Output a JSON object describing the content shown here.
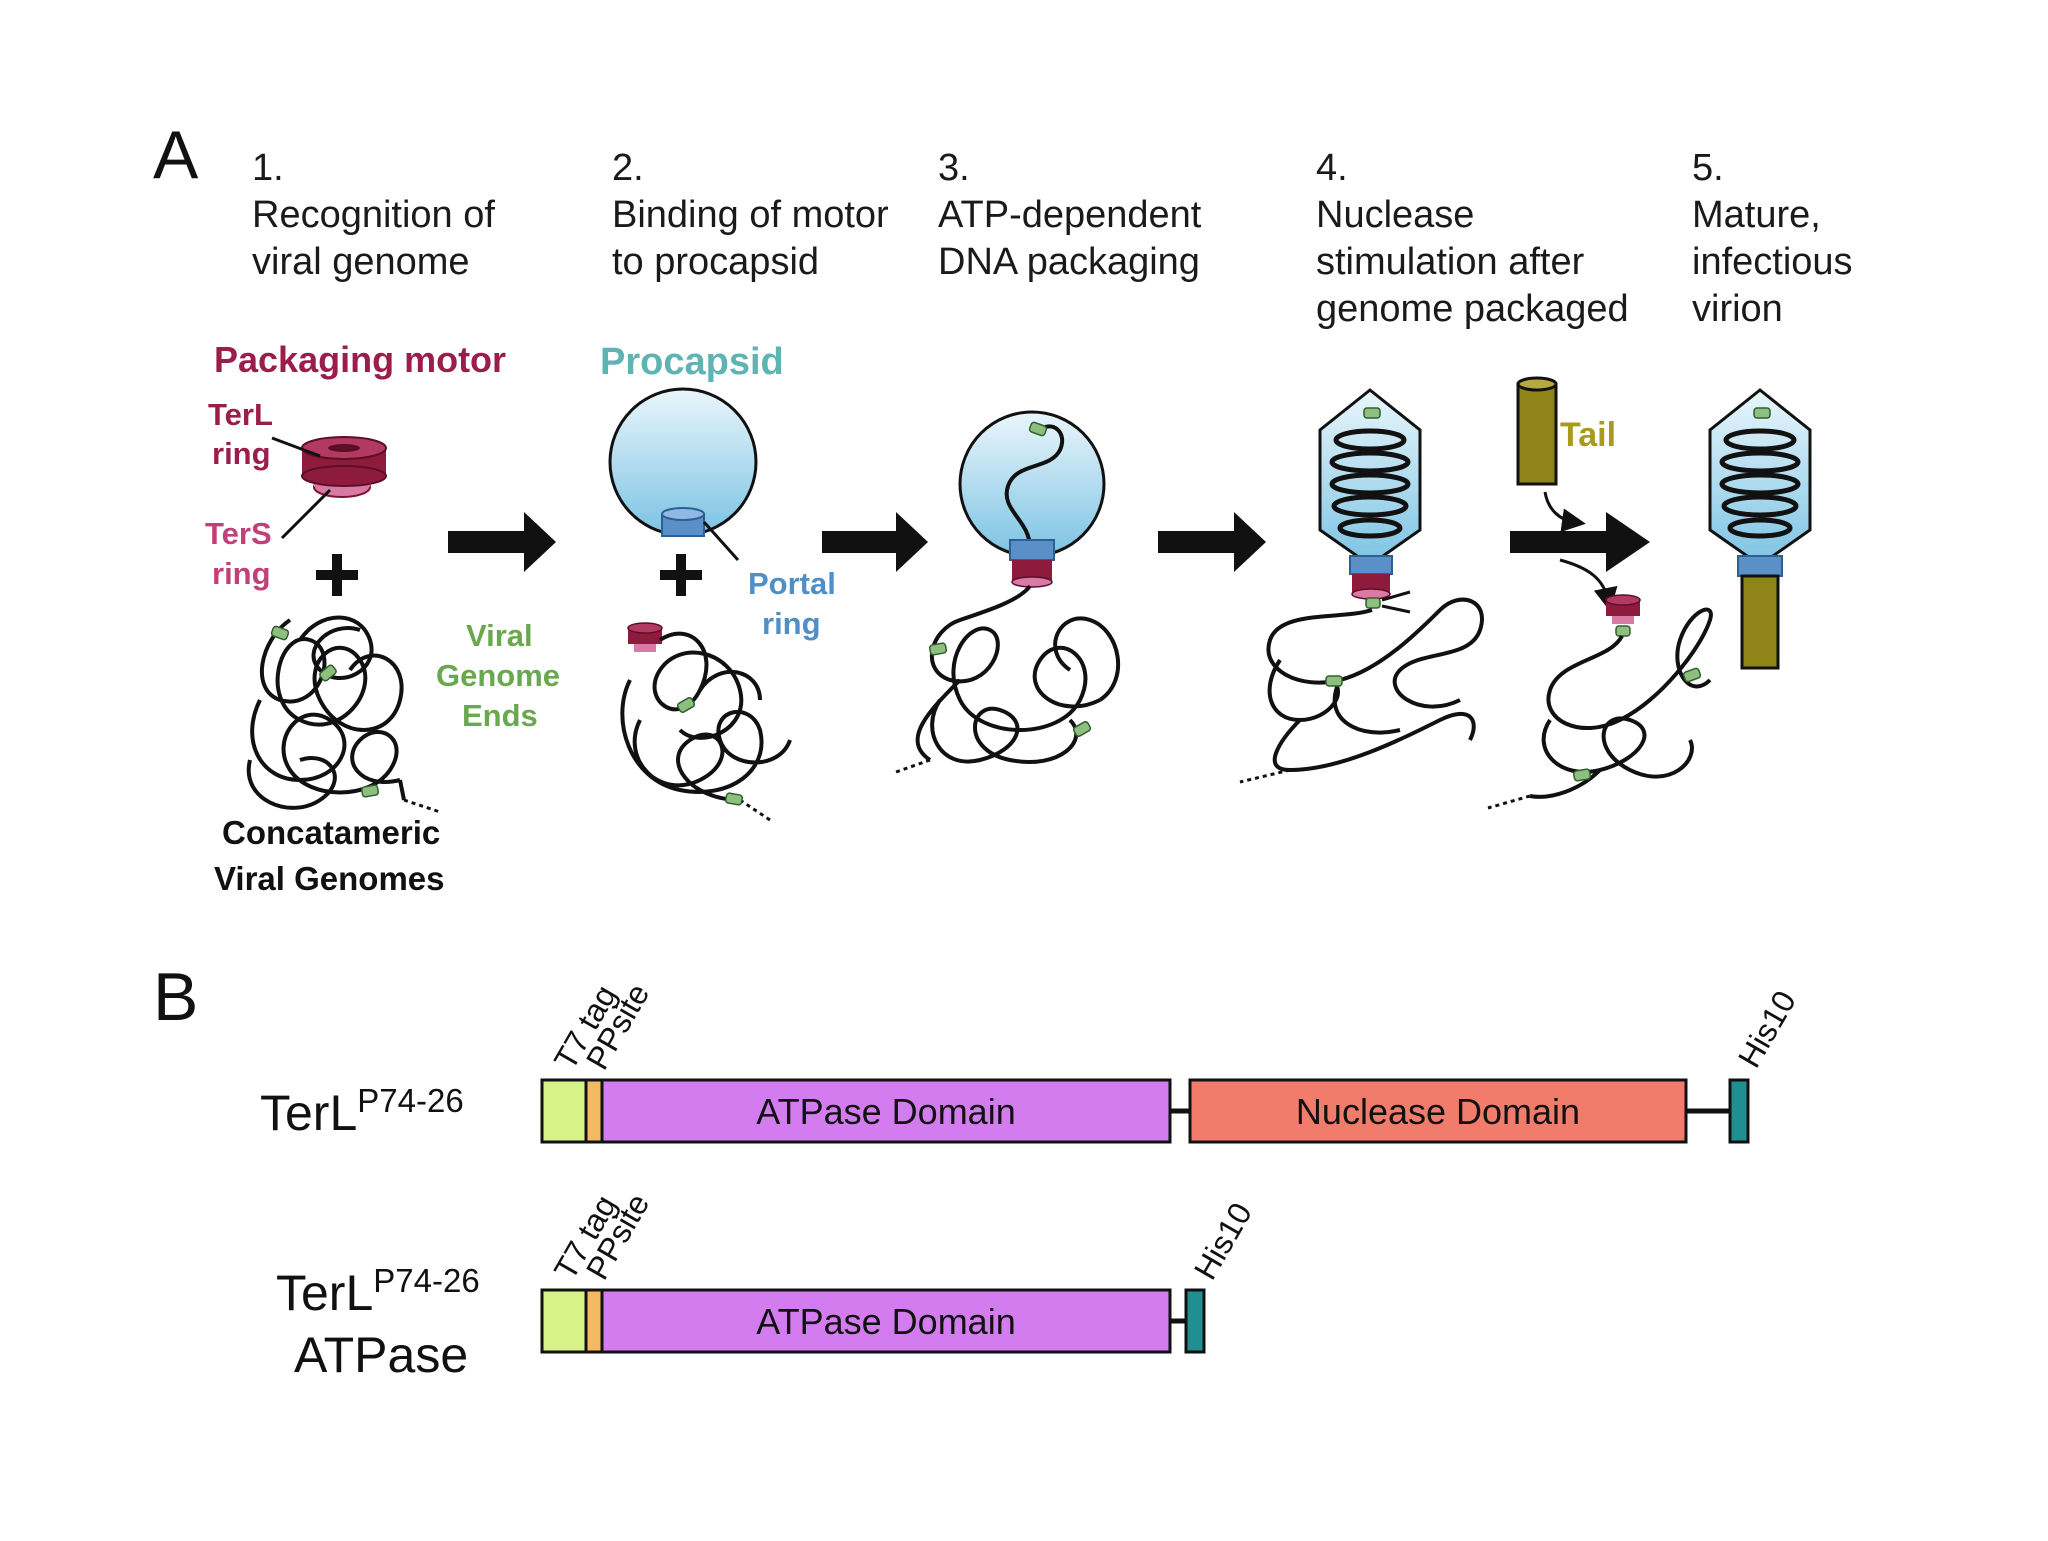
{
  "panel_a": {
    "label": "A",
    "steps": [
      {
        "number": "1.",
        "line1": "Recognition of",
        "line2": "viral genome",
        "line3": ""
      },
      {
        "number": "2.",
        "line1": "Binding of motor",
        "line2": "to procapsid",
        "line3": ""
      },
      {
        "number": "3.",
        "line1": "ATP-dependent",
        "line2": "DNA packaging",
        "line3": ""
      },
      {
        "number": "4.",
        "line1": "Nuclease",
        "line2": "stimulation after",
        "line3": "genome packaged"
      },
      {
        "number": "5.",
        "line1": "Mature,",
        "line2": "infectious",
        "line3": "virion"
      }
    ],
    "labels": {
      "packaging_motor": "Packaging motor",
      "terl_ring_1": "TerL",
      "terl_ring_2": "ring",
      "ters_ring_1": "TerS",
      "ters_ring_2": "ring",
      "procapsid": "Procapsid",
      "portal_ring_1": "Portal",
      "portal_ring_2": "ring",
      "viral_ends_1": "Viral",
      "viral_ends_2": "Genome",
      "viral_ends_3": "Ends",
      "tail": "Tail",
      "concat_1": "Concatameric",
      "concat_2": "Viral Genomes",
      "plus": "+"
    },
    "colors": {
      "motor": "#8e1b3e",
      "motor_light": "#d97aa6",
      "capsid_top": "#eaf6fb",
      "capsid_bottom": "#7cc3e3",
      "portal": "#5b8fc7",
      "genome_ends": "#8fbf7f",
      "tail": "#8f8418"
    }
  },
  "panel_b": {
    "label": "B",
    "constructs": [
      {
        "name": "TerL",
        "superscript": "P74-26",
        "name_line2": "",
        "tag1": "T7 tag",
        "tag2": "PPsite",
        "domain1": "ATPase Domain",
        "domain2": "Nuclease Domain",
        "end_tag": "His10"
      },
      {
        "name": "TerL",
        "superscript": "P74-26",
        "name_line2": "ATPase",
        "tag1": "T7 tag",
        "tag2": "PPsite",
        "domain1": "ATPase Domain",
        "domain2": "",
        "end_tag": "His10"
      }
    ],
    "colors": {
      "t7_tag": "#d8f28a",
      "ppsite": "#f2b960",
      "atpase": "#d37cf0",
      "nuclease": "#f27c6c",
      "his10": "#1f8f8f"
    }
  }
}
